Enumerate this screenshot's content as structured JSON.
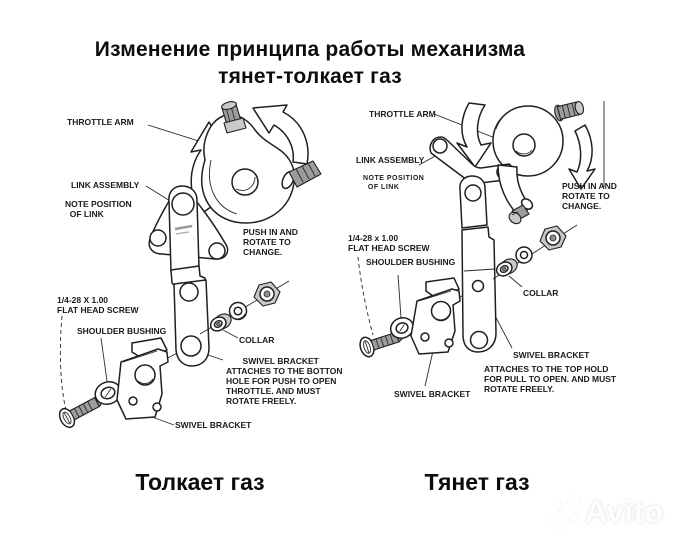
{
  "title": {
    "line1": "Изменение принципа работы механизма",
    "line2": "тянет-толкает газ"
  },
  "colors": {
    "background": "#ffffff",
    "line_art": "#1f1f1f",
    "text": "#0c0c0c",
    "watermark": "#ffffff"
  },
  "left": {
    "caption": "Толкает газ",
    "labels": {
      "throttle_arm": "THROTTLE ARM",
      "link_assembly": "LINK ASSEMBLY",
      "note_position": "NOTE POSITION\n  OF LINK",
      "push_rotate": "PUSH IN AND\nROTATE TO\nCHANGE.",
      "flat_head_screw": "1/4-28 X 1.00\nFLAT HEAD SCREW",
      "shoulder_bushing": "SHOULDER BUSHING",
      "collar": "COLLAR",
      "swivel_note": "       SWIVEL BRACKET\nATTACHES TO THE BOTTON\nHOLE FOR PUSH TO OPEN\nTHROTTLE. AND MUST\nROTATE FREELY.",
      "swivel_bracket": "SWIVEL BRACKET"
    }
  },
  "right": {
    "caption": "Тянет газ",
    "labels": {
      "throttle_arm": "THROTTLE ARM",
      "link_assembly": "LINK ASSEMBLY",
      "note_position": "NOTE POSITION\n  OF LINK",
      "push_rotate": "PUSH IN AND\nROTATE TO\nCHANGE.",
      "flat_head_screw": "1/4-28 x 1.00\nFLAT HEAD SCREW",
      "shoulder_bushing": "SHOULDER BUSHING",
      "collar": "COLLAR",
      "swivel_bracket_right": "SWIVEL BRACKET",
      "swivel_note": "ATTACHES TO THE TOP HOLD\nFOR PULL TO OPEN. AND MUST\nROTATE FREELY.",
      "swivel_bracket": "SWIVEL BRACKET"
    }
  },
  "watermark": {
    "text": "Avito"
  }
}
